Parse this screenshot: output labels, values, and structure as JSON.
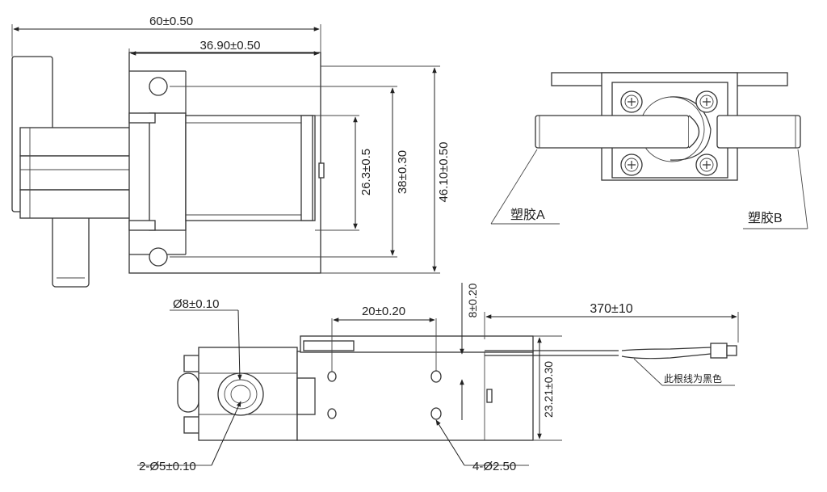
{
  "top_view": {
    "dim_overall_length": "60±0.50",
    "dim_body_length": "36.90±0.50",
    "dim_core_height": "26.3±0.5",
    "dim_hole_pitch": "38±0.30",
    "dim_overall_height": "46.10±0.50"
  },
  "side_view": {
    "label_plastic_a": "塑胶A",
    "label_plastic_b": "塑胶B"
  },
  "bottom_view": {
    "dim_port_diameter": "Ø8±0.10",
    "dim_hole_spacing": "20±0.20",
    "dim_hole_offset": "8±0.20",
    "dim_wire_length": "370±10",
    "dim_body_height": "23.21±0.30",
    "note_wire_color": "此根线为黑色",
    "dim_small_ports": "2-Ø5±0.10",
    "dim_mount_holes": "4-Ø2.50"
  }
}
